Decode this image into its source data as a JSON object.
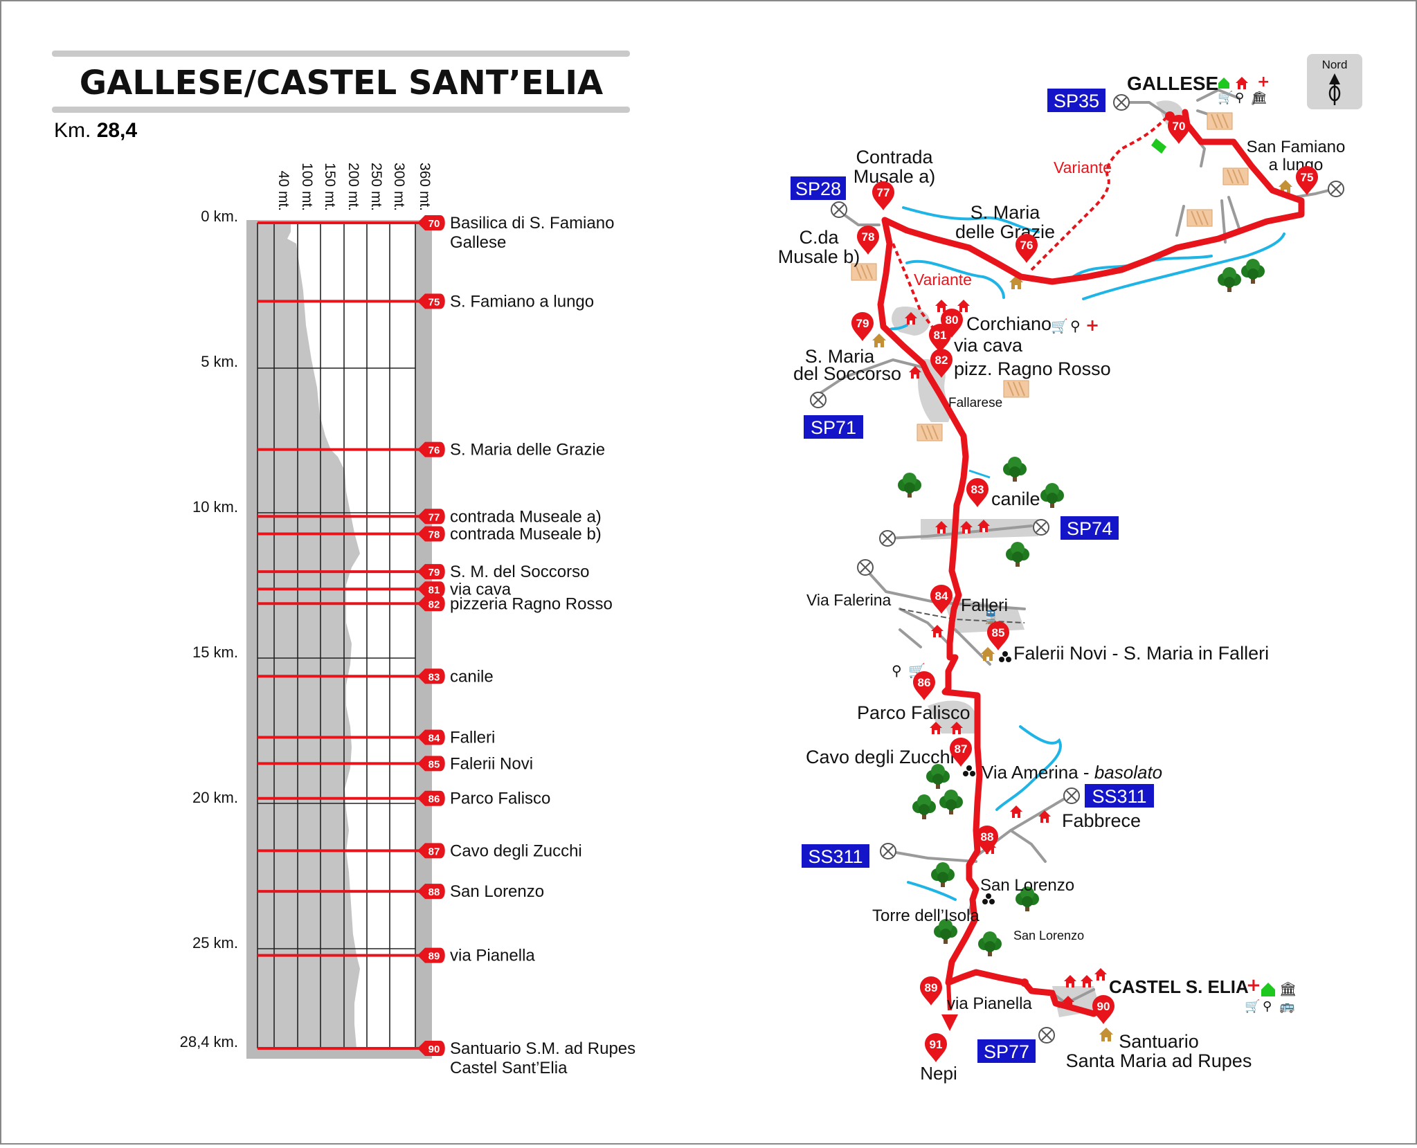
{
  "title": "GALLESE/CASTEL SANT’ELIA",
  "distance": {
    "prefix": "Km.",
    "value": "28,4"
  },
  "profile": {
    "altitude_labels": [
      "40 mt.",
      "100 mt.",
      "150 mt.",
      "200 mt.",
      "250 mt.",
      "300 mt.",
      "360 mt."
    ],
    "km_labels": [
      "0 km.",
      "5 km.",
      "10 km.",
      "15 km.",
      "20 km.",
      "25 km.",
      "28,4 km."
    ],
    "stages": [
      {
        "num": "70",
        "km": 0.0,
        "label": "Basilica di S. Famiano",
        "label2": "Gallese"
      },
      {
        "num": "75",
        "km": 2.7,
        "label": "S. Famiano a lungo"
      },
      {
        "num": "76",
        "km": 7.8,
        "label": "S. Maria delle Grazie"
      },
      {
        "num": "77",
        "km": 10.1,
        "label": "contrada Museale a)"
      },
      {
        "num": "78",
        "km": 10.7,
        "label": "contrada Museale b)"
      },
      {
        "num": "79",
        "km": 12.0,
        "label": "S. M. del Soccorso"
      },
      {
        "num": "81",
        "km": 12.6,
        "label": "via cava"
      },
      {
        "num": "82",
        "km": 13.1,
        "label": "pizzeria Ragno Rosso"
      },
      {
        "num": "83",
        "km": 15.6,
        "label": "canile"
      },
      {
        "num": "84",
        "km": 17.7,
        "label": "Falleri"
      },
      {
        "num": "85",
        "km": 18.6,
        "label": "Falerii Novi"
      },
      {
        "num": "86",
        "km": 19.8,
        "label": "Parco Falisco"
      },
      {
        "num": "87",
        "km": 21.6,
        "label": "Cavo degli Zucchi"
      },
      {
        "num": "88",
        "km": 23.0,
        "label": "San Lorenzo"
      },
      {
        "num": "89",
        "km": 25.2,
        "label": "via Pianella"
      },
      {
        "num": "90",
        "km": 28.4,
        "label": "Santuario S.M. ad Rupes",
        "label2": "Castel Sant’Elia"
      }
    ]
  },
  "map": {
    "compass": "Nord",
    "towns": {
      "gallese": "GALLESE",
      "castel": "CASTEL S. ELIA"
    },
    "roads": {
      "sp35": "SP35",
      "sp28": "SP28",
      "sp71": "SP71",
      "sp74": "SP74",
      "ss311a": "SS311",
      "ss311b": "SS311",
      "sp77": "SP77"
    },
    "variante1": "Variante",
    "variante2": "Variante",
    "labels": {
      "san_famiano_1": "San Famiano",
      "san_famiano_2": "a lungo",
      "contrada_1": "Contrada",
      "contrada_2": "Musale a)",
      "grazie_1": "S. Maria",
      "grazie_2": "delle Grazie",
      "cda_1": "C.da",
      "cda_2": "Musale b)",
      "corchiano": "Corchiano",
      "via_cava": "via cava",
      "soccorso_1": "S. Maria",
      "soccorso_2": "del Soccorso",
      "ragno": "pizz. Ragno Rosso",
      "fallarese": "Fallarese",
      "canile": "canile",
      "via_falerina": "Via Falerina",
      "falleri": "Falleri",
      "falerii": "Falerii Novi - S. Maria in Falleri",
      "parco": "Parco Falisco",
      "cavo": "Cavo degli Zucchi",
      "amerina": "Via Amerina - ",
      "basolato": "basolato",
      "fabbrece": "Fabbrece",
      "san_lorenzo": "San Lorenzo",
      "torre": "Torre dell’Isola",
      "san_lorenzo_small": "San Lorenzo",
      "via_pianella": "via Pianella",
      "nepi": "Nepi",
      "santuario_1": "Santuario",
      "santuario_2": "Santa Maria ad Rupes"
    },
    "markers": [
      "70",
      "75",
      "77",
      "78",
      "76",
      "79",
      "80",
      "81",
      "82",
      "83",
      "84",
      "85",
      "86",
      "87",
      "88",
      "89",
      "90",
      "91"
    ]
  },
  "colors": {
    "route": "#e8141b",
    "marker": "#e8141b",
    "road_badge": "#1414c8",
    "water": "#1fb4e6",
    "terrain": "#c8c8c8",
    "road": "#9a9a9a"
  }
}
